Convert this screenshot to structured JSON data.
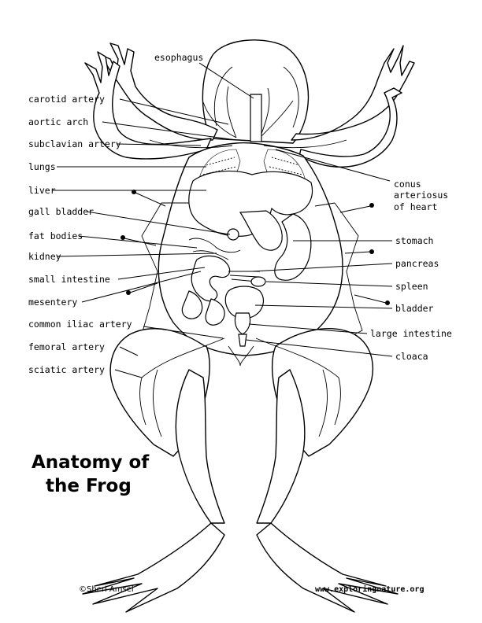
{
  "title": {
    "line1": "Anatomy of",
    "line2": "the Frog"
  },
  "credit": "©Sheri Amsel",
  "website": "www.exploringnature.org",
  "labels": {
    "esophagus": "esophagus",
    "carotid_artery": "carotid artery",
    "aortic_arch": "aortic arch",
    "subclavian_artery": "subclavian artery",
    "lungs": "lungs",
    "liver": "liver",
    "gall_bladder": "gall bladder",
    "fat_bodies": "fat bodies",
    "kidney": "kidney",
    "small_intestine": "small intestine",
    "mesentery": "mesentery",
    "common_iliac_artery": "common iliac artery",
    "femoral_artery": "femoral artery",
    "sciatic_artery": "sciatic artery",
    "conus_1": "conus",
    "conus_2": "arteriosus",
    "conus_3": "of heart",
    "stomach": "stomach",
    "pancreas": "pancreas",
    "spleen": "spleen",
    "bladder": "bladder",
    "large_intestine": "large intestine",
    "cloaca": "cloaca"
  }
}
